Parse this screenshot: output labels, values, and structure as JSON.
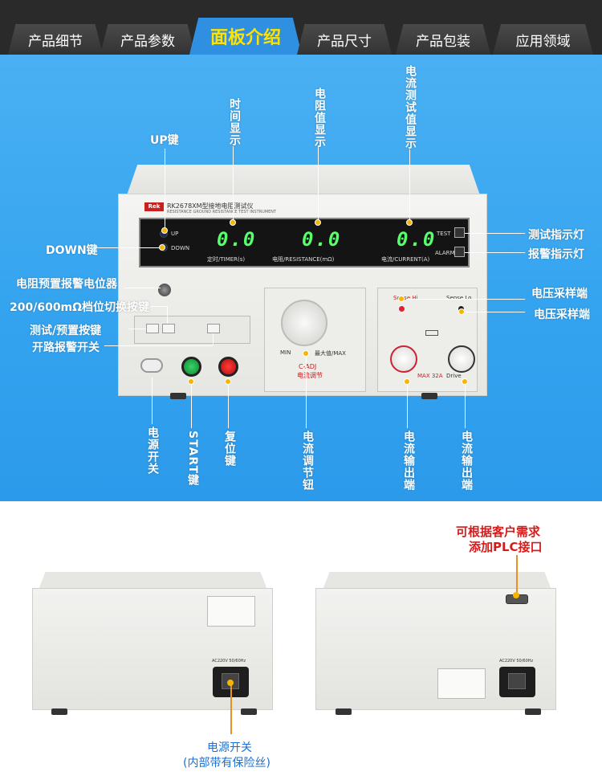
{
  "tabs": [
    {
      "label": "产品细节"
    },
    {
      "label": "产品参数"
    },
    {
      "label": "面板介绍"
    },
    {
      "label": "产品尺寸"
    },
    {
      "label": "产品包装"
    },
    {
      "label": "应用领域"
    }
  ],
  "callouts": {
    "up_key": "UP键",
    "down_key": "DOWN键",
    "time_display": "时间显示",
    "resistance_display": "电阻值显示",
    "current_display": "电流测试值显示",
    "test_indicator": "测试指示灯",
    "alarm_indicator": "报警指示灯",
    "resistance_pot": "电阻预置报警电位器",
    "range_switch": "200/600mΩ档位切换按键",
    "test_preset": "测试/预置按键",
    "open_alarm": "开路报警开关",
    "voltage_sample_1": "电压采样端",
    "voltage_sample_2": "电压采样端",
    "power_switch": "电源开关",
    "start_key": "START键",
    "reset_key": "复位键",
    "current_knob": "电流调节钮",
    "current_out_1": "电流输出端",
    "current_out_2": "电流输出端"
  },
  "device": {
    "brand": "Rek",
    "model": "RK2678XM型接地电阻测试仪",
    "model_en": "RESISTANCE GROUND RESISTANCE TEST INSTRUMENT",
    "up": "UP",
    "down": "DOWN",
    "timer_value": "0.0",
    "timer_label": "定时/TIMER(s)",
    "resistance_value": "0.0",
    "resistance_label": "电阻/RESISTANCE(mΩ)",
    "current_value": "0.0",
    "current_label": "电流/CURRENT(A)",
    "test": "TEST",
    "alarm": "ALARM",
    "sense_hi": "Sense  Hi",
    "sense_lo": "Sense  Lo",
    "min": "MIN",
    "max": "最大值/MAX",
    "c_adj": "C-ADJ",
    "c_adj_cn": "电流调节",
    "max_32a": "MAX 32A",
    "drive": "Drive"
  },
  "back": {
    "plc_note_line1": "可根据客户需求",
    "plc_note_line2": "添加PLC接口",
    "power_note_line1": "电源开关",
    "power_note_line2": "(内部带有保险丝)",
    "ac_label": "AC220V 50/60Hz"
  }
}
